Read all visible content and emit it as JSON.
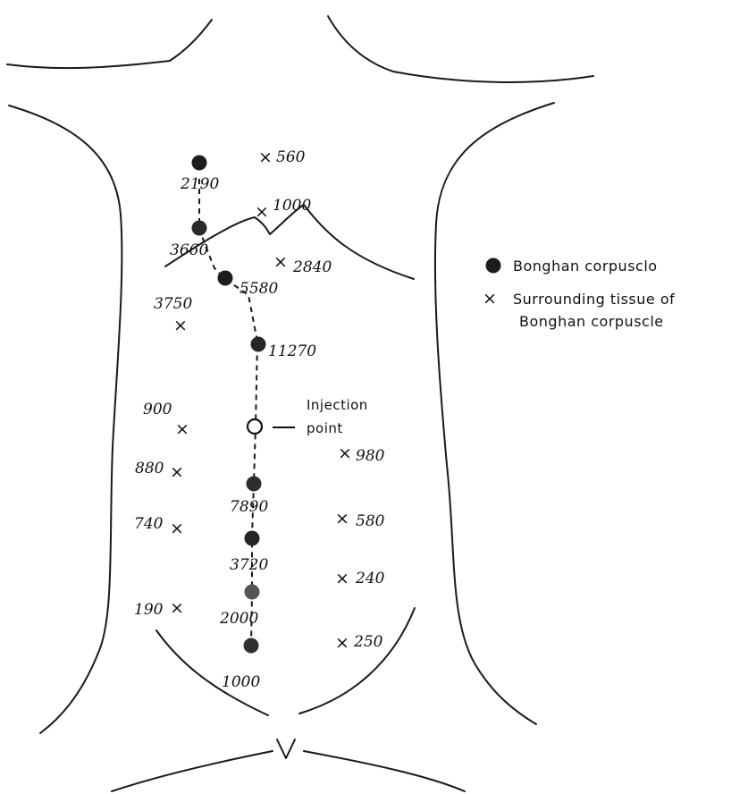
{
  "legend": {
    "corpuscle_label": "Bonghan corpusclo",
    "tissue_label_line1": "Surrounding tissue of",
    "tissue_label_line2": "Bonghan corpuscle"
  },
  "injection": {
    "label_line1": "Injection",
    "label_line2": "point"
  },
  "corpuscles": [
    {
      "id": "c1",
      "value": "2190"
    },
    {
      "id": "c2",
      "value": "3660"
    },
    {
      "id": "c3",
      "value": "5580"
    },
    {
      "id": "c4",
      "value": "11270"
    },
    {
      "id": "c5",
      "value": "7890"
    },
    {
      "id": "c6",
      "value": "3720"
    },
    {
      "id": "c7",
      "value": "2000"
    },
    {
      "id": "c8",
      "value": "1000"
    }
  ],
  "tissue_points": [
    {
      "id": "t1",
      "value": "560"
    },
    {
      "id": "t2",
      "value": "1000"
    },
    {
      "id": "t3",
      "value": "2840"
    },
    {
      "id": "t4",
      "value": "3750"
    },
    {
      "id": "t5",
      "value": "900"
    },
    {
      "id": "t6",
      "value": "980"
    },
    {
      "id": "t7",
      "value": "880"
    },
    {
      "id": "t8",
      "value": "740"
    },
    {
      "id": "t9",
      "value": "580"
    },
    {
      "id": "t10",
      "value": "240"
    },
    {
      "id": "t11",
      "value": "190"
    },
    {
      "id": "t12",
      "value": "250"
    }
  ]
}
